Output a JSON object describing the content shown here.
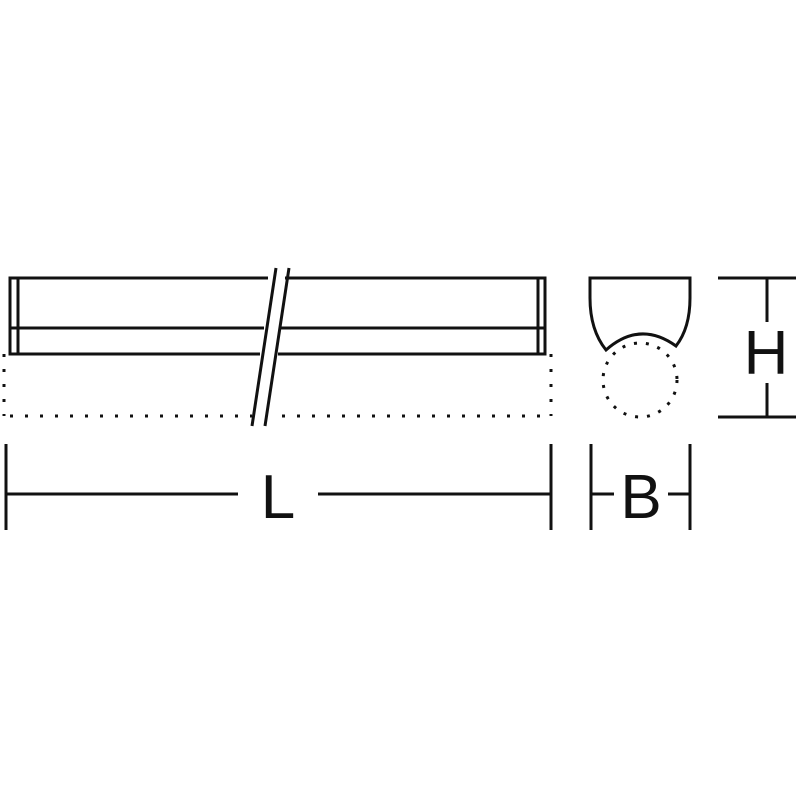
{
  "diagram": {
    "labels": {
      "length": "L",
      "width": "B",
      "height": "H"
    },
    "colors": {
      "line": "#111111",
      "background": "#ffffff"
    }
  }
}
